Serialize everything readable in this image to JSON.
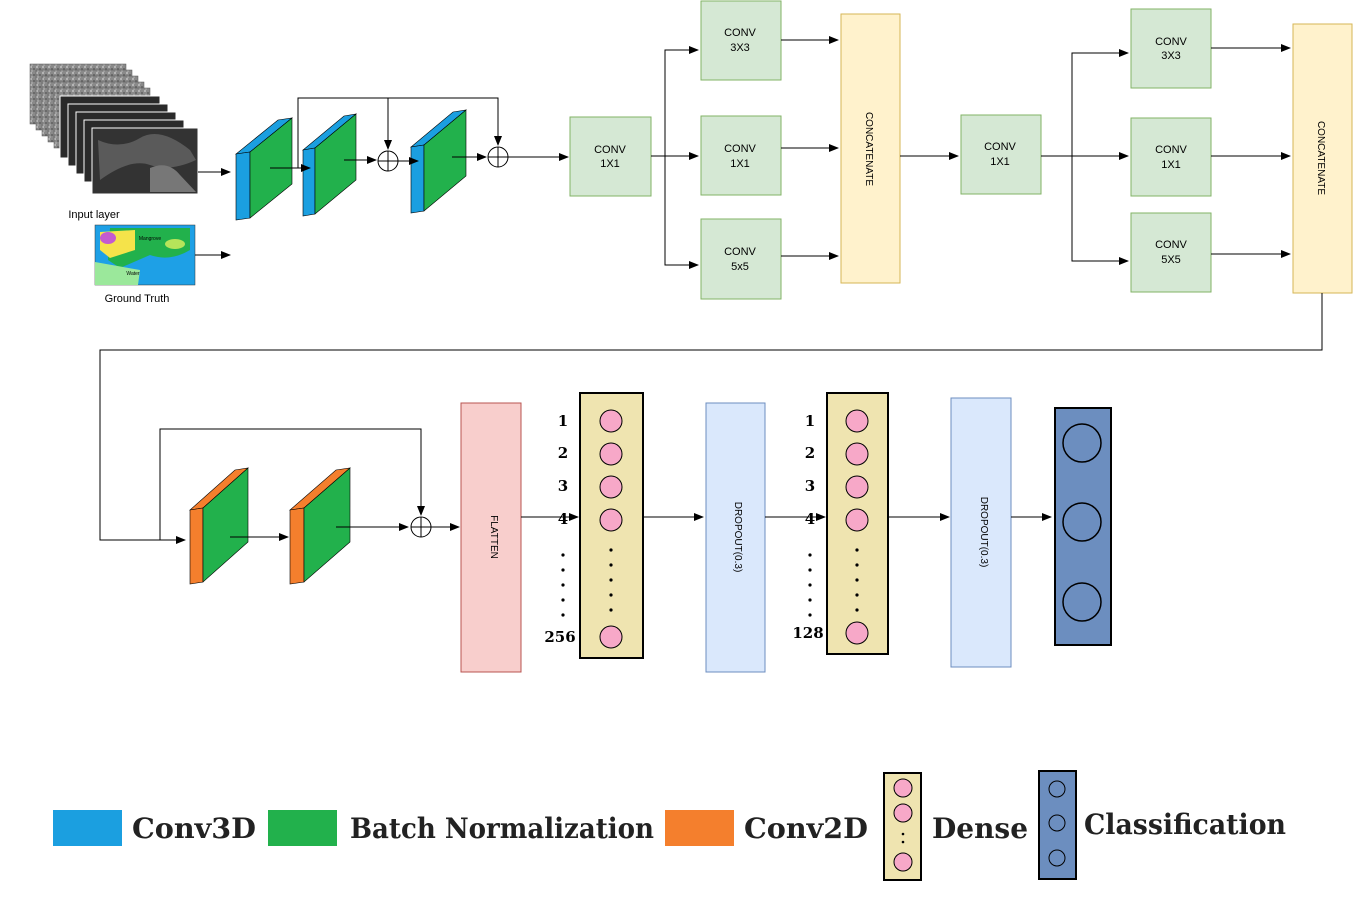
{
  "colors": {
    "conv3d": "#1b9fe0",
    "batch_norm": "#22b14c",
    "conv2d": "#f47f2d",
    "conv_fill": "#d5e8d4",
    "conv_stroke": "#82b366",
    "concat_fill": "#fff2cc",
    "concat_stroke": "#d6b656",
    "flatten_fill": "#f8cecc",
    "flatten_stroke": "#b85450",
    "dropout_fill": "#dae8fc",
    "dropout_stroke": "#6c8ebf",
    "dense_fill": "#efe4b0",
    "neuron_fill": "#f7a8c8",
    "classification_fill": "#6c8ebf"
  },
  "inputs": {
    "input_label": "Input layer",
    "ground_truth_label": "Ground Truth",
    "gt_regions": [
      "Mangrove",
      "Water"
    ]
  },
  "block1": {
    "conv_a": {
      "line1": "CONV",
      "line2": "3X3"
    },
    "conv_b": {
      "line1": "CONV",
      "line2": "1X1"
    },
    "conv_c": {
      "line1": "CONV",
      "line2": "5x5"
    },
    "conv_in": {
      "line1": "CONV",
      "line2": "1X1"
    },
    "concat": "CONCATENATE"
  },
  "block2": {
    "conv_in": {
      "line1": "CONV",
      "line2": "1X1"
    },
    "conv_a": {
      "line1": "CONV",
      "line2": "3X3"
    },
    "conv_b": {
      "line1": "CONV",
      "line2": "1X1"
    },
    "conv_c": {
      "line1": "CONV",
      "line2": "5X5"
    },
    "concat": "CONCATENATE"
  },
  "head": {
    "flatten": "FLATTEN",
    "dense1": {
      "labels": [
        "1",
        "2",
        "3",
        "4"
      ],
      "last": "256"
    },
    "dropout1": "DROPOUT(0.3)",
    "dense2": {
      "labels": [
        "1",
        "2",
        "3",
        "4"
      ],
      "last": "128"
    },
    "dropout2": "DROPOUT(0.3)"
  },
  "legend": {
    "conv3d": "Conv3D",
    "batch_norm": "Batch Normalization",
    "conv2d": "Conv2D",
    "dense": "Dense",
    "classification": "Classification"
  }
}
